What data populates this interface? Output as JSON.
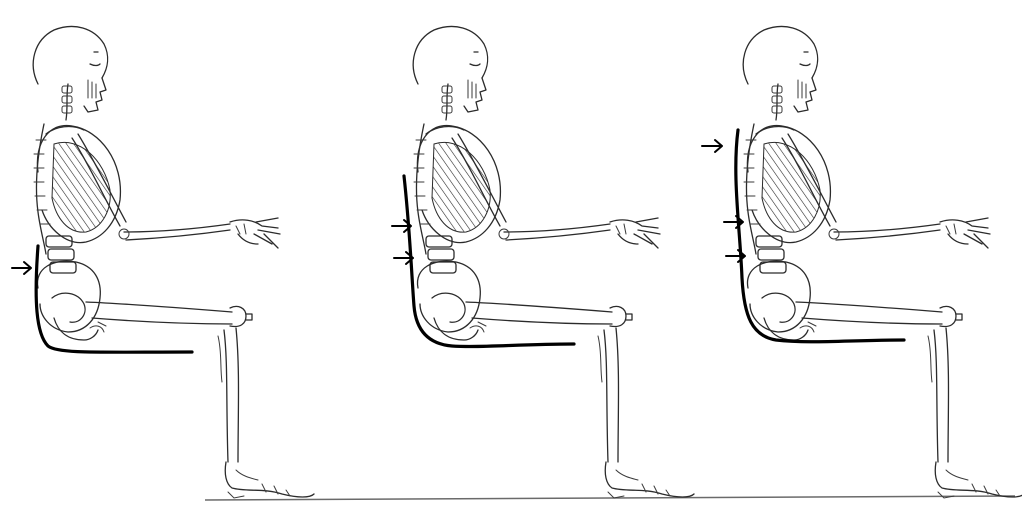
{
  "figures": [
    {
      "id": "figure-1",
      "backrest": "low-lumbar",
      "arrow_count": 1
    },
    {
      "id": "figure-2",
      "backrest": "mid-lumbar",
      "arrow_count": 2
    },
    {
      "id": "figure-3",
      "backrest": "full-back",
      "arrow_count": 3
    }
  ],
  "colors": {
    "line": "#2b2b2b",
    "support": "#000000",
    "background": "#ffffff"
  }
}
